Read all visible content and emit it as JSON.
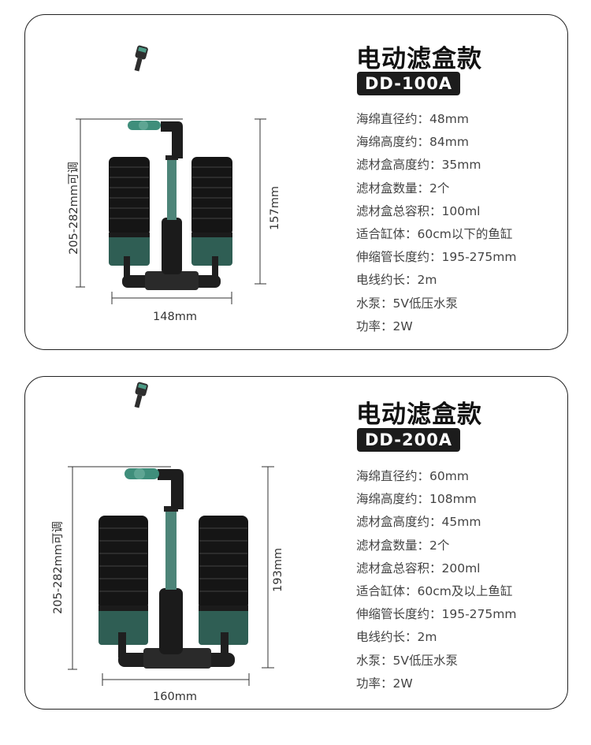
{
  "products": [
    {
      "title": "电动滤盒款",
      "model": "DD-100A",
      "specs": [
        "海绵直径约：48mm",
        "海绵高度约：84mm",
        "滤材盒高度约：35mm",
        "滤材盒数量：2个",
        "滤材盒总容积：100ml",
        "适合缸体：60cm以下的鱼缸",
        "伸缩管长度约：195-275mm",
        "电线约长：2m",
        "水泵：5V低压水泵",
        "功率：2W"
      ],
      "dims": {
        "width": "148mm",
        "height": "157mm",
        "adjustable": "205-282mm可调"
      }
    },
    {
      "title": "电动滤盒款",
      "model": "DD-200A",
      "specs": [
        "海绵直径约：60mm",
        "海绵高度约：108mm",
        "滤材盒高度约：45mm",
        "滤材盒数量：2个",
        "滤材盒总容积：200ml",
        "适合缸体：60cm及以上鱼缸",
        "伸缩管长度约：195-275mm",
        "电线约长：2m",
        "水泵：5V低压水泵",
        "功率：2W"
      ],
      "dims": {
        "width": "160mm",
        "height": "193mm",
        "adjustable": "205-282mm可调"
      }
    }
  ]
}
